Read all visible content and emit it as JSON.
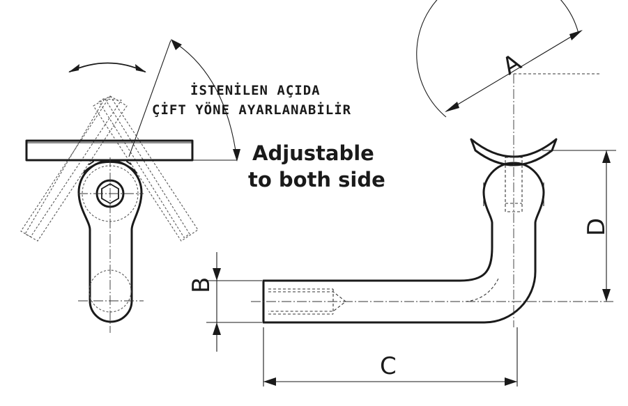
{
  "notes": {
    "tr_line1": "İSTENİLEN AÇIDA",
    "tr_line2": "ÇİFT YÖNE AYARLANABİLİR",
    "en_line1": "Adjustable",
    "en_line2": "to both side"
  },
  "dimensions": {
    "a": "A",
    "b": "B",
    "c": "C",
    "d": "D"
  }
}
